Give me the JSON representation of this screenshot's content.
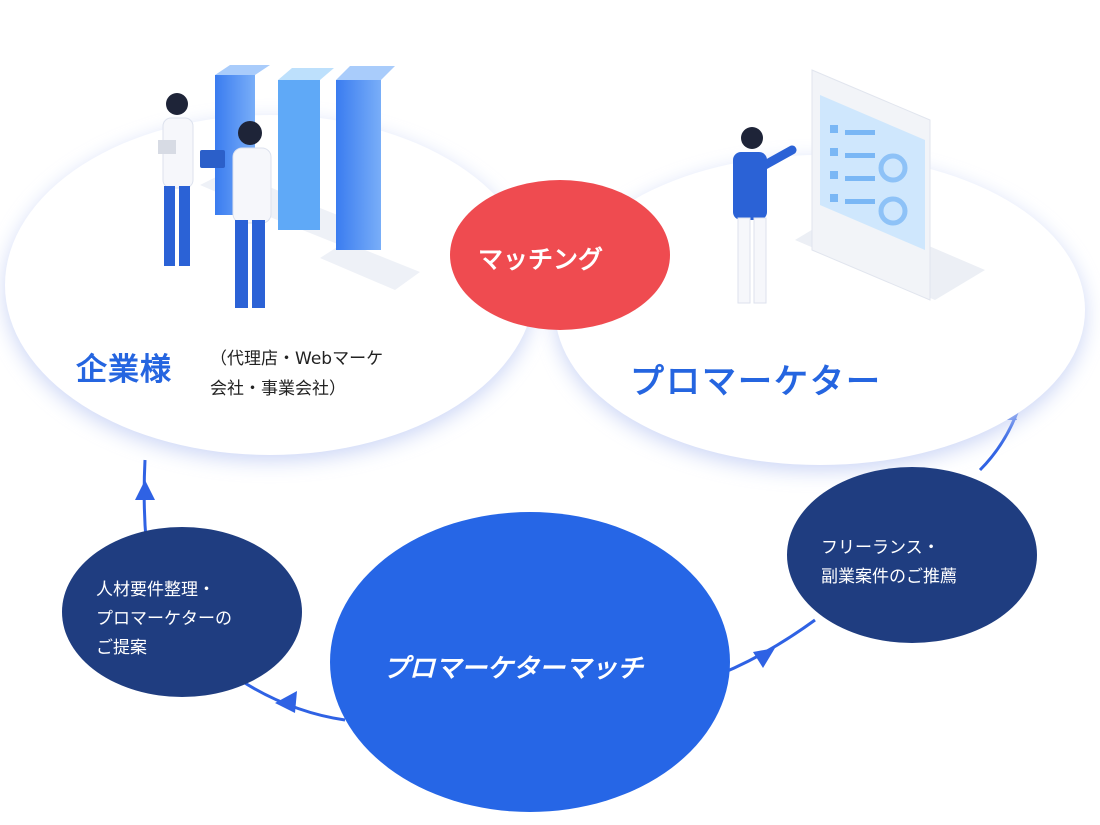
{
  "client": {
    "title": "企業様",
    "subtitle_line1": "（代理店・Webマーケ",
    "subtitle_line2": "会社・事業会社）"
  },
  "pro": {
    "title": "プロマーケター"
  },
  "matching": {
    "label": "マッチング"
  },
  "service": {
    "name": "プロマーケターマッチ"
  },
  "steps": {
    "left": {
      "line1": "人材要件整理・",
      "line2": "プロマーケターの",
      "line3": "ご提案"
    },
    "right": {
      "line1": "フリーランス・",
      "line2": "副業案件のご推薦"
    }
  },
  "colors": {
    "primary_blue": "#2565e0",
    "dark_navy": "#1f3d80",
    "matching_red": "#ef4b50",
    "arrow_blue": "#2f62e4"
  }
}
